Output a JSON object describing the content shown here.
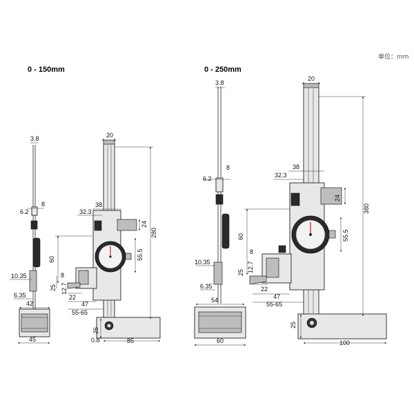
{
  "unit_label": "单位：mm",
  "left": {
    "title": "0 - 150mm",
    "dims": {
      "d3_8": "3.8",
      "d6_2": "6.2",
      "d8a": "8",
      "d10_35": "10.35",
      "d6_35": "6.35",
      "d42": "42",
      "d45": "45",
      "d20": "20",
      "d38": "38",
      "d32_3": "32.3",
      "d24": "24",
      "d280": "280",
      "d55_5": "55.5",
      "d60": "60",
      "d8b": "8",
      "d25a": "25",
      "d12_7": "12.7",
      "d22": "22",
      "d47": "47",
      "d55_65": "55-65",
      "d25b": "25",
      "d0_8": "0.8",
      "d85": "85"
    }
  },
  "right": {
    "title": "0 - 250mm",
    "dims": {
      "d3_8": "3.8",
      "d6_2": "6.2",
      "d8a": "8",
      "d10_35": "10.35",
      "d6_35": "6.35",
      "d54": "54",
      "d60b": "60",
      "d20": "20",
      "d38": "38",
      "d32_3": "32.3",
      "d24": "24",
      "d380": "380",
      "d55_5": "55.5",
      "d60": "60",
      "d8b": "8",
      "d25a": "25",
      "d12_7": "12.7",
      "d22": "22",
      "d47": "47",
      "d55_65": "55-65",
      "d25b": "25",
      "d100": "100"
    }
  }
}
